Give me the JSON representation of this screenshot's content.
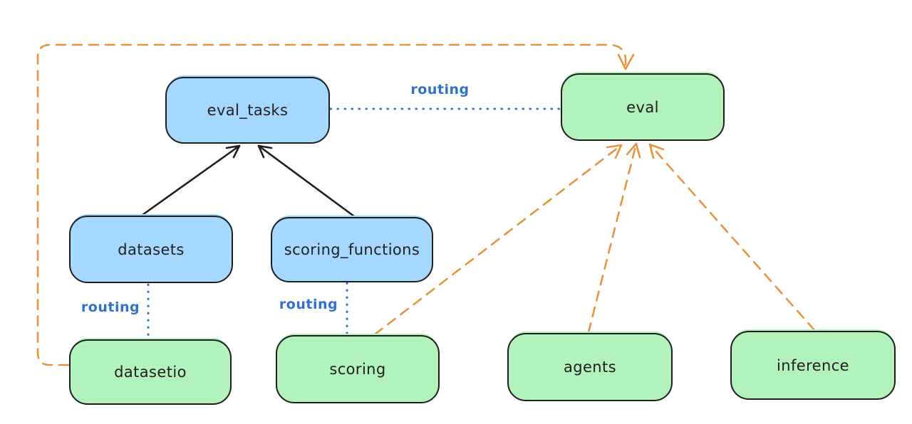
{
  "diagram": {
    "type": "architecture-graph",
    "nodes": {
      "eval_tasks": {
        "label": "eval_tasks",
        "fill": "blue"
      },
      "eval": {
        "label": "eval",
        "fill": "green"
      },
      "datasets": {
        "label": "datasets",
        "fill": "blue"
      },
      "scoring_functions": {
        "label": "scoring_functions",
        "fill": "blue"
      },
      "datasetio": {
        "label": "datasetio",
        "fill": "green"
      },
      "scoring": {
        "label": "scoring",
        "fill": "green"
      },
      "agents": {
        "label": "agents",
        "fill": "green"
      },
      "inference": {
        "label": "inference",
        "fill": "green"
      }
    },
    "edges": [
      {
        "from": "datasets",
        "to": "eval_tasks",
        "style": "solid-arrow",
        "color": "black",
        "label": ""
      },
      {
        "from": "scoring_functions",
        "to": "eval_tasks",
        "style": "solid-arrow",
        "color": "black",
        "label": ""
      },
      {
        "from": "eval_tasks",
        "to": "eval",
        "style": "dotted",
        "color": "blue",
        "label": "routing"
      },
      {
        "from": "datasets",
        "to": "datasetio",
        "style": "dotted",
        "color": "blue",
        "label": "routing"
      },
      {
        "from": "scoring_functions",
        "to": "scoring",
        "style": "dotted",
        "color": "blue",
        "label": "routing"
      },
      {
        "from": "datasetio",
        "to": "eval",
        "style": "dashed-arrow",
        "color": "orange",
        "label": ""
      },
      {
        "from": "scoring",
        "to": "eval",
        "style": "dashed-arrow",
        "color": "orange",
        "label": ""
      },
      {
        "from": "agents",
        "to": "eval",
        "style": "dashed-arrow",
        "color": "orange",
        "label": ""
      },
      {
        "from": "inference",
        "to": "eval",
        "style": "dashed-arrow",
        "color": "orange",
        "label": ""
      }
    ],
    "colors": {
      "node_fill_blue": "#a5d8ff",
      "node_fill_green": "#b2f2bb",
      "node_stroke": "#1e1e1e",
      "routing_blue": "#2f72c8",
      "arrow_orange": "#e8943c",
      "arrow_black": "#1e1e1e",
      "background": "#ffffff"
    }
  }
}
